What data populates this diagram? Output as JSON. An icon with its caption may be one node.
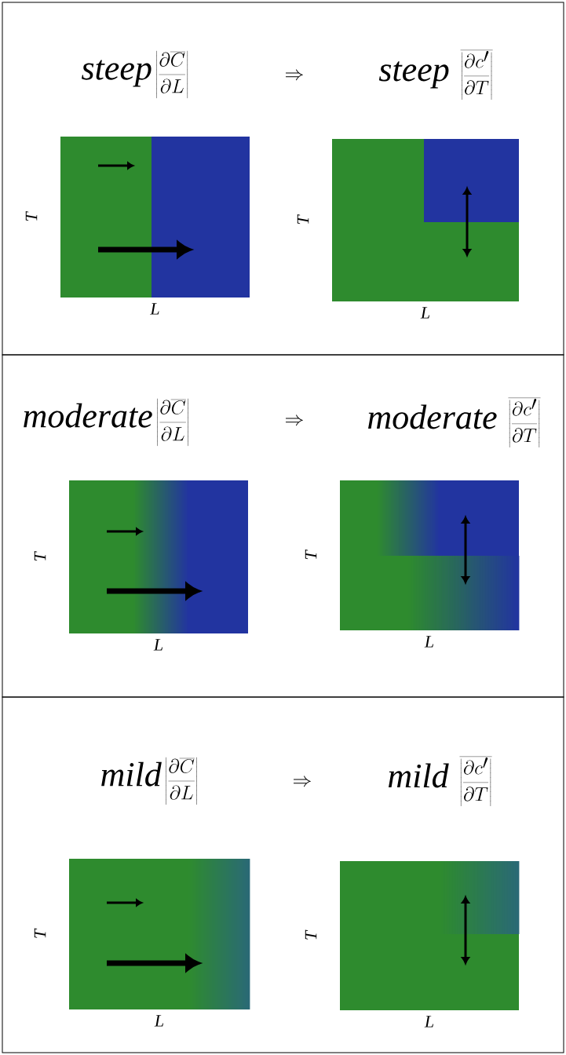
{
  "diagram": {
    "nodes": [
      {
        "text": [
          "\\textit{steep}\\left|\\frac{\\partial\\overline{C}}{\\partial L}\\right|",
          "\\Rightarrow",
          "\\textit{steep}\\;\\;\\overline{\\left|\\frac{\\partial c'}{\\partial T}\\right|}"
        ]
      },
      {
        "text": [],
        "shape": "box",
        "in": 0,
        "beside": [
          "T",
          "L"
        ]
      },
      {
        "text": [],
        "shape": "box",
        "in": 0,
        "beside": [
          "T",
          "L"
        ]
      },
      {
        "text": [
          "\\textit{moderate}\\left|\\frac{\\partial\\overline{C}}{\\partial L}\\right|",
          "\\Rightarrow",
          "\\textit{moderate}\\;\\;\\overline{\\left|\\frac{\\partial c'}{\\partial T}\\right|}"
        ]
      },
      {
        "text": [],
        "shape": "box",
        "in": 3,
        "beside": [
          "T",
          "L"
        ]
      },
      {
        "text": [],
        "shape": "box",
        "in": 3,
        "beside": [
          "T",
          "L"
        ]
      },
      {
        "text": [
          "\\textit{mild}\\left|\\frac{\\partial\\overline{C}}{\\partial L}\\right|",
          "\\Rightarrow",
          "\\textit{mild}\\;\\;\\overline{\\left|\\frac{\\partial c'}{\\partial T}\\right|}"
        ]
      },
      {
        "text": [],
        "shape": "box",
        "in": 6,
        "beside": [
          "T",
          "L"
        ]
      },
      {
        "text": [],
        "shape": "box",
        "in": 6,
        "beside": [
          "T",
          "L"
        ]
      }
    ]
  }
}
